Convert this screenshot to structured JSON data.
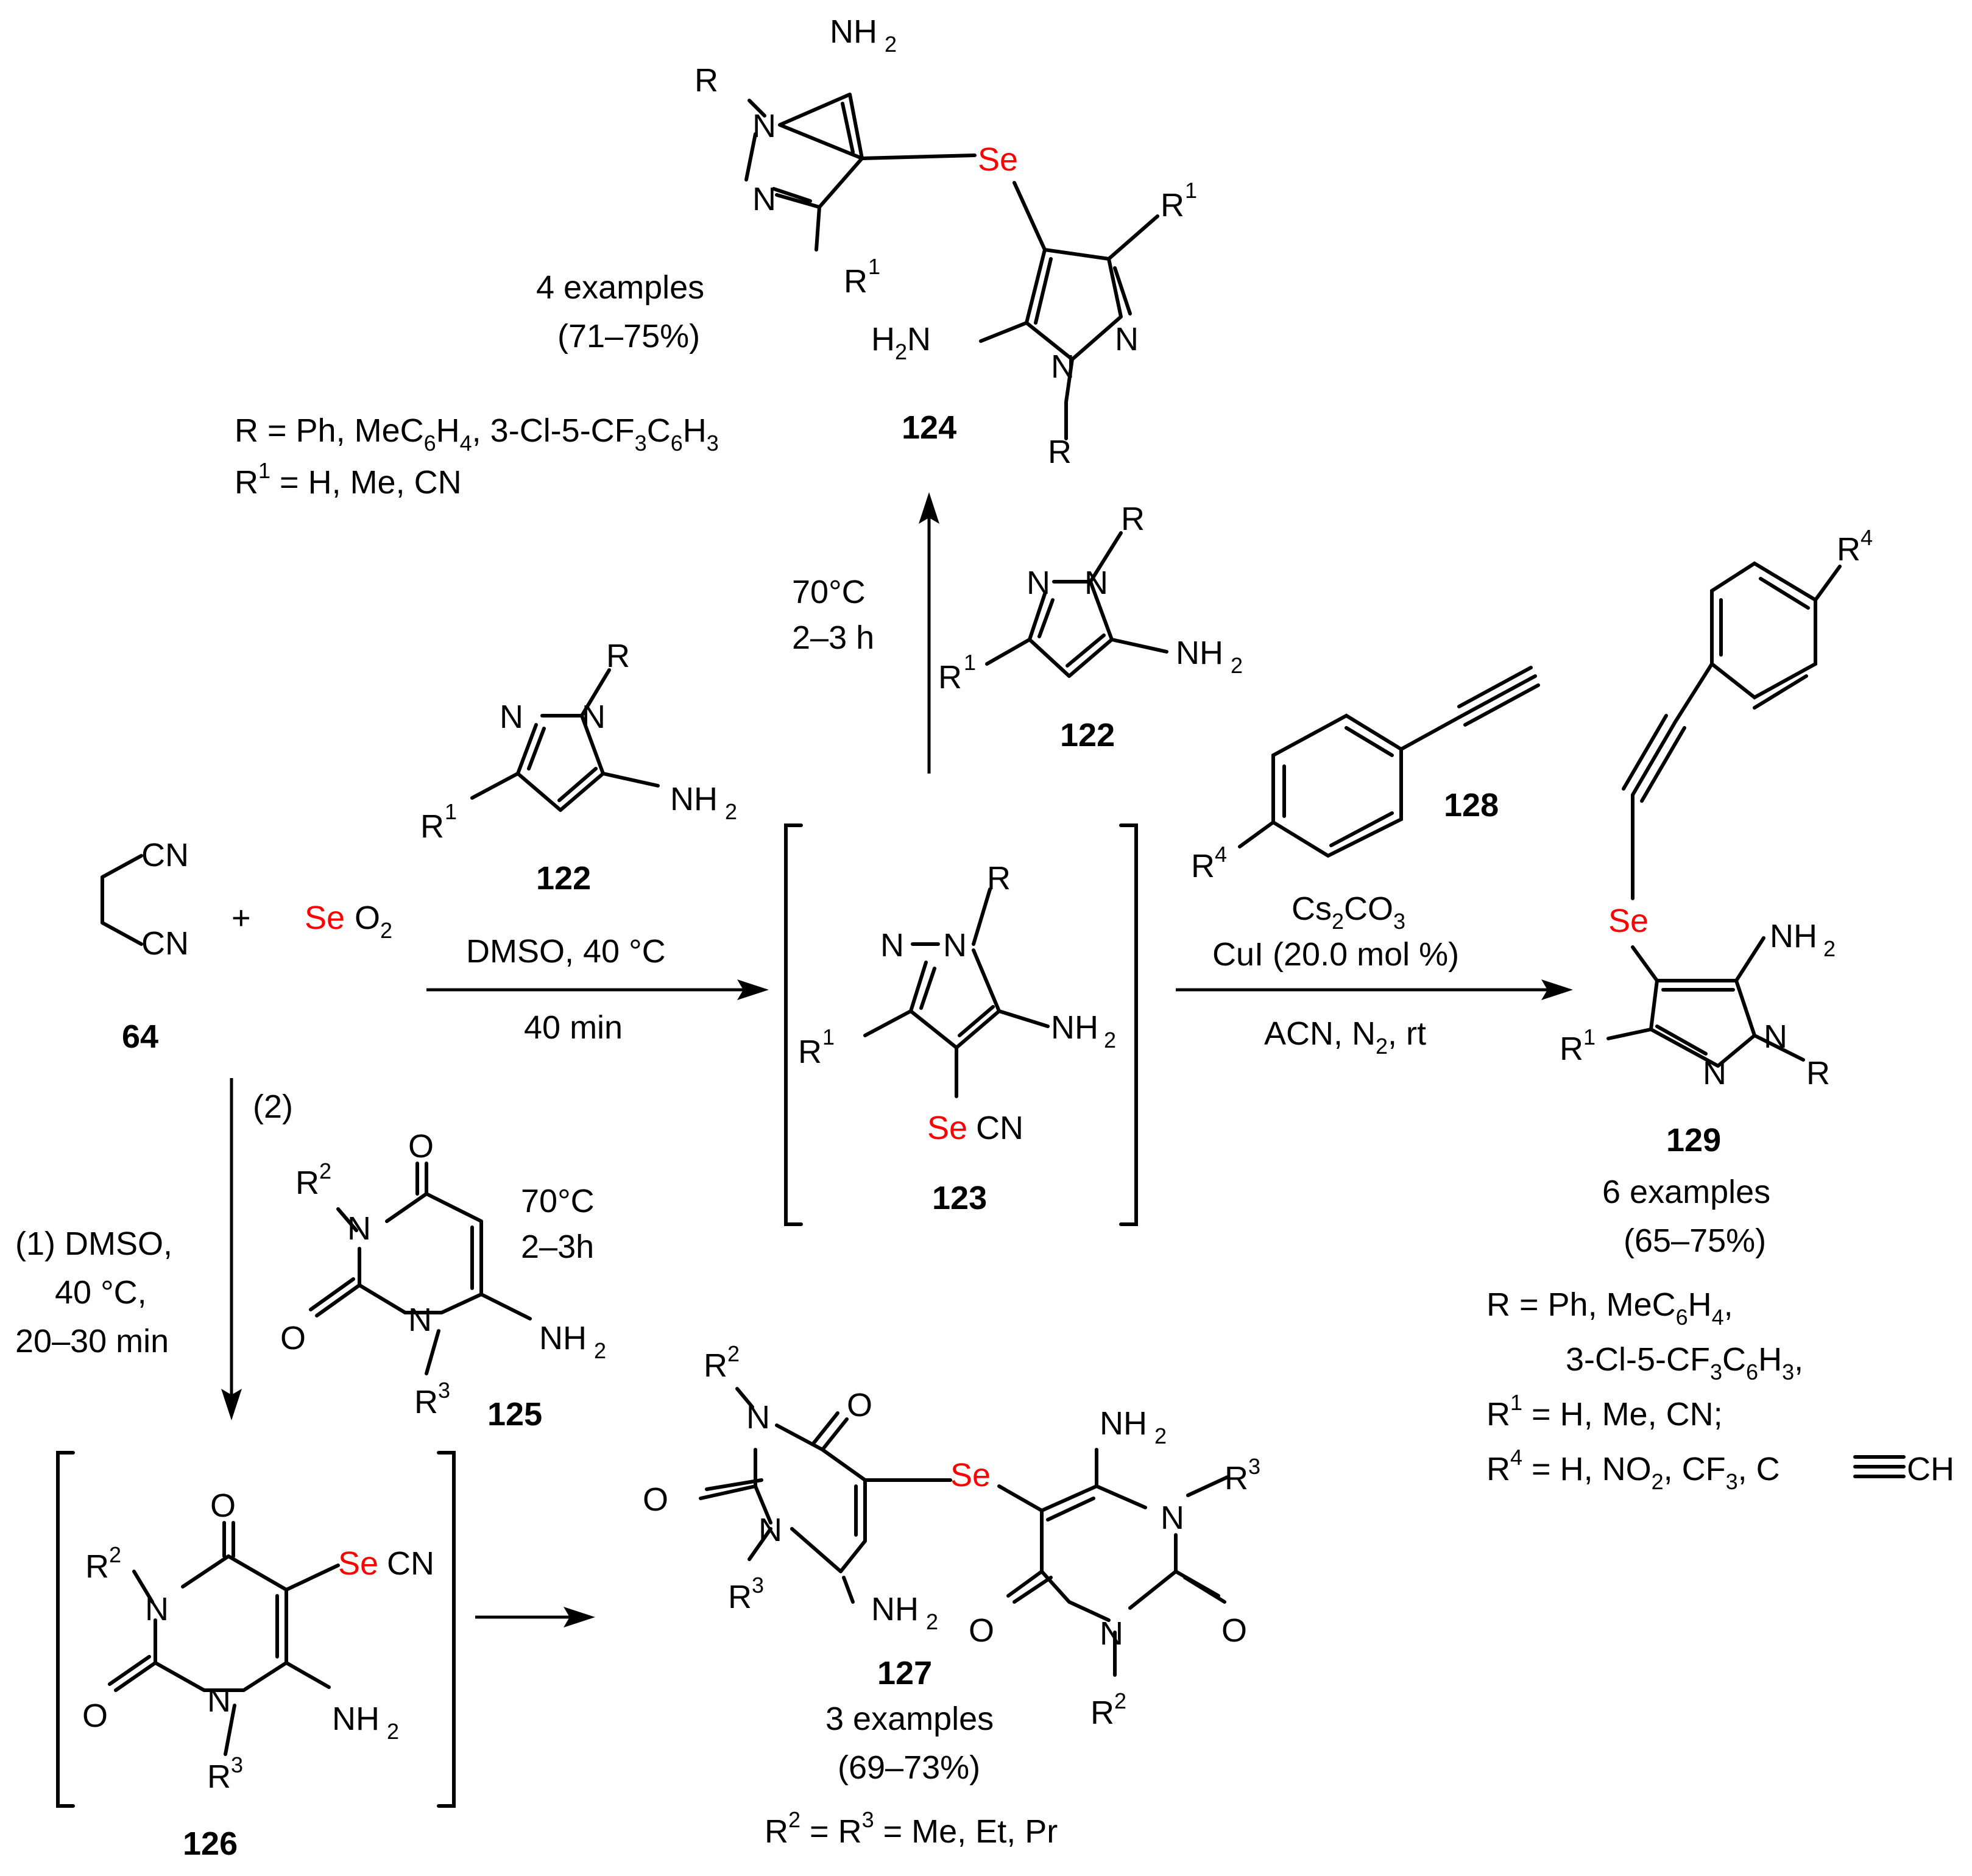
{
  "colors": {
    "selenium": "#ff0000",
    "ink": "#000000",
    "background": "#ffffff"
  },
  "atoms": {
    "NH": "NH",
    "two": "2",
    "N": "N",
    "R": "R",
    "R1_base": "R",
    "sup1": "1",
    "sup2": "2",
    "sup3": "3",
    "sup4": "4",
    "Se": "Se",
    "CN": "CN",
    "O": "O",
    "plus": "+",
    "SeO": "SeO"
  },
  "compounds": {
    "c64": "64",
    "c122": "122",
    "c123": "123",
    "c124": "124",
    "c125": "125",
    "c126": "126",
    "c127": "127",
    "c128": "128",
    "c129": "129"
  },
  "conditions": {
    "main_top": "DMSO, 40 °C",
    "main_bottom": "40 min",
    "up_line1": "70°C",
    "up_line2": "2–3 h",
    "right_line1_a": "Cs",
    "right_line1_sub": "2",
    "right_line1_b": "CO",
    "right_line1_sub2": "3",
    "right_line2": "CuI (20.0 mol %)",
    "right_bottom_a": "ACN, N",
    "right_bottom_sub": "2",
    "right_bottom_b": ", rt",
    "down_step2": "(2)",
    "down_line1": "(1) DMSO,",
    "down_line2": "40 °C,",
    "down_line3": "20–30 min",
    "u_line1": "70°C",
    "u_line2": "2–3h"
  },
  "results": {
    "r124_count": "4 examples",
    "r124_yield": "(71–75%)",
    "r124_R_a": "R = Ph, MeC",
    "r124_R_s1": "6",
    "r124_R_b": "H",
    "r124_R_s2": "4",
    "r124_R_c": ", 3-Cl-5-CF",
    "r124_R_s3": "3",
    "r124_R_d": "C",
    "r124_R_s4": "6",
    "r124_R_e": "H",
    "r124_R_s5": "3",
    "r124_R1_tail": " = H, Me, CN",
    "r129_count": "6 examples",
    "r129_yield": "(65–75%)",
    "r129_R_line1_a": "R = Ph, MeC",
    "r129_R_line1_s1": "6",
    "r129_R_line1_b": "H",
    "r129_R_line1_s2": "4",
    "r129_R_line1_c": ",",
    "r129_R_line2_a": "3-Cl-5-CF",
    "r129_R_line2_s1": "3",
    "r129_R_line2_b": "C",
    "r129_R_line2_s2": "6",
    "r129_R_line2_c": "H",
    "r129_R_line2_s3": "3",
    "r129_R_line2_d": ",",
    "r129_R1_tail": " = H, Me, CN;",
    "r129_R4_a": " = H, NO",
    "r129_R4_s": "2",
    "r129_R4_b": ", CF",
    "r129_R4_s2": "3",
    "r129_R4_c": ", C",
    "r129_R4_d": "CH",
    "r127_count": "3 examples",
    "r127_yield": "(69–73%)",
    "r127_R_mid": " = R",
    "r127_R_tail": " = Me, Et, Pr"
  }
}
